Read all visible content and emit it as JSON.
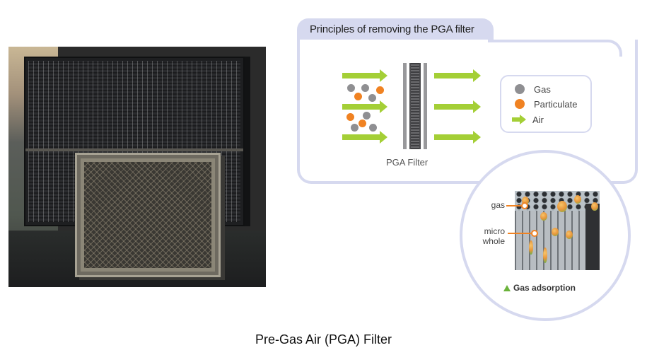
{
  "photo": {
    "alt": "Photo of PGA filter units"
  },
  "principle": {
    "title": "Principles of removing the PGA filter",
    "filter_label": "PGA Filter",
    "inflow_arrows": 3,
    "outflow_arrows": 3,
    "legend": [
      {
        "icon": "gas-dot-icon",
        "label": "Gas",
        "color": "#8f8f92"
      },
      {
        "icon": "particulate-dot-icon",
        "label": "Particulate",
        "color": "#f08222"
      },
      {
        "icon": "air-arrow-icon",
        "label": "Air",
        "color": "#a4cf36"
      }
    ]
  },
  "adsorption": {
    "gas_label": "gas",
    "micro_label_line1": "micro",
    "micro_label_line2": "whole",
    "caption": "Gas adsorption"
  },
  "caption": "Pre-Gas Air (PGA) Filter",
  "colors": {
    "panel_border": "#d6d9ef",
    "air": "#a4cf36",
    "gas": "#8f8f92",
    "particulate": "#f08222"
  }
}
